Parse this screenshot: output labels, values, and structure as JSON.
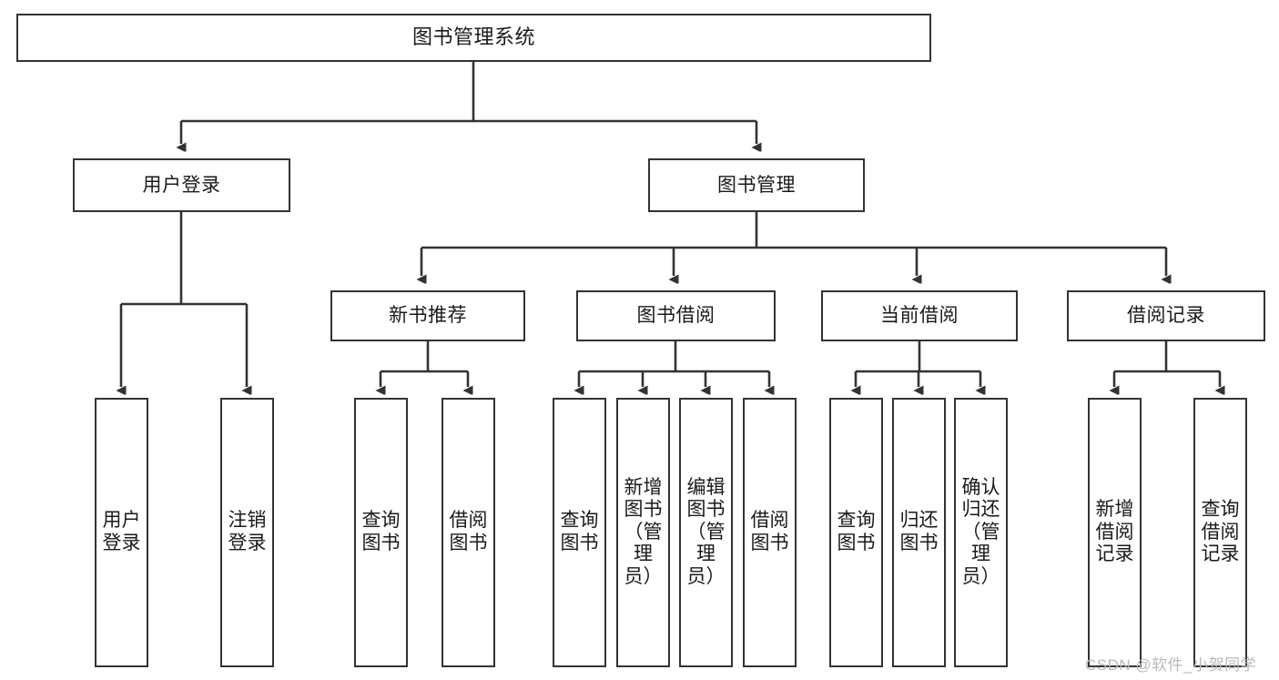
{
  "diagram": {
    "type": "tree-hierarchy-chart",
    "title": "图书管理系统",
    "stroke_color": "#333333",
    "background_color": "#ffffff",
    "watermark": "CSDN @软件_小贺同学",
    "nodes": {
      "root": {
        "label": "图书管理系统"
      },
      "level2": [
        {
          "id": "user-login",
          "label": "用户登录"
        },
        {
          "id": "book-manage",
          "label": "图书管理"
        }
      ],
      "level3": [
        {
          "id": "new-book-recommend",
          "label": "新书推荐"
        },
        {
          "id": "book-borrow",
          "label": "图书借阅"
        },
        {
          "id": "current-borrow",
          "label": "当前借阅"
        },
        {
          "id": "borrow-record",
          "label": "借阅记录"
        }
      ],
      "leaves": {
        "user_login": [
          {
            "id": "leaf-user-login",
            "label": "用户登录"
          },
          {
            "id": "leaf-logout-login",
            "label": "注销登录"
          }
        ],
        "new_book_recommend": [
          {
            "id": "leaf-query-book-1",
            "label": "查询图书"
          },
          {
            "id": "leaf-borrow-book-1",
            "label": "借阅图书"
          }
        ],
        "book_borrow": [
          {
            "id": "leaf-query-book-2",
            "label": "查询图书"
          },
          {
            "id": "leaf-add-book",
            "label": "新增图书（管理员）"
          },
          {
            "id": "leaf-edit-book",
            "label": "编辑图书（管理员）"
          },
          {
            "id": "leaf-borrow-book-2",
            "label": "借阅图书"
          }
        ],
        "current_borrow": [
          {
            "id": "leaf-query-book-3",
            "label": "查询图书"
          },
          {
            "id": "leaf-return-book",
            "label": "归还图书"
          },
          {
            "id": "leaf-confirm-return",
            "label": "确认归还（管理员）"
          }
        ],
        "borrow_record": [
          {
            "id": "leaf-add-borrow-record",
            "label": "新增借阅记录"
          },
          {
            "id": "leaf-query-borrow-record",
            "label": "查询借阅记录"
          }
        ]
      }
    }
  }
}
